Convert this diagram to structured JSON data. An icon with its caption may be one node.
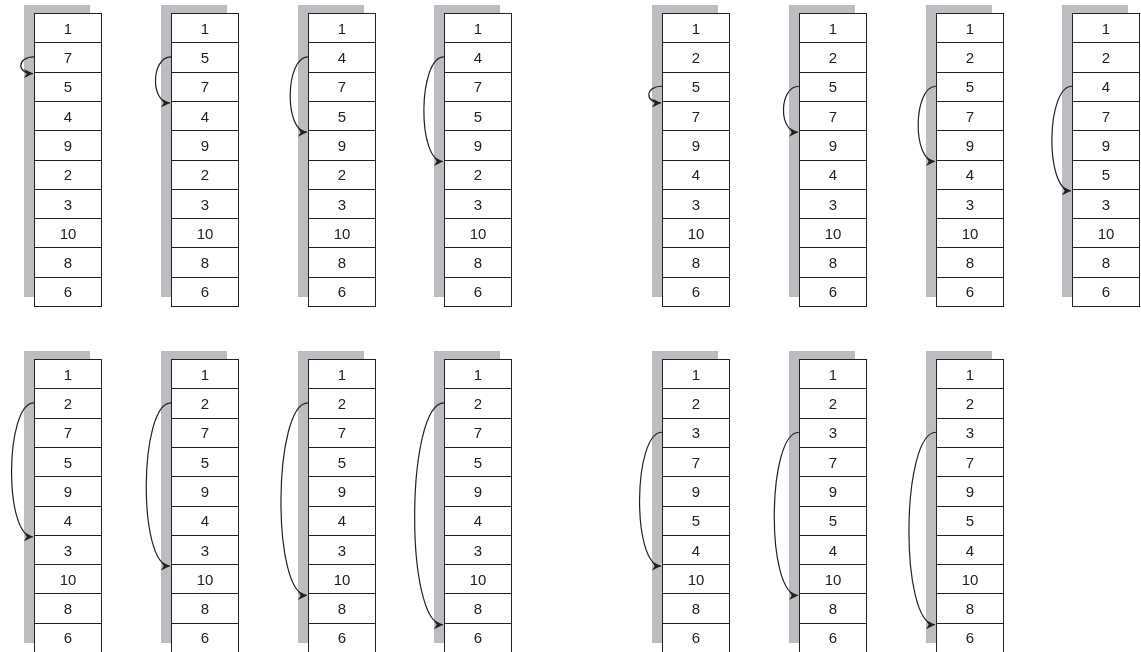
{
  "diagram": {
    "nodes": [
      {
        "text": [
          "1"
        ]
      },
      {
        "text": [
          "7"
        ]
      },
      {
        "text": [
          "5"
        ]
      },
      {
        "text": [
          "4"
        ]
      },
      {
        "text": [
          "9"
        ]
      },
      {
        "text": [
          "2"
        ]
      },
      {
        "text": [
          "3"
        ]
      },
      {
        "text": [
          "10"
        ]
      },
      {
        "text": [
          "8"
        ]
      },
      {
        "text": [
          "6"
        ]
      },
      {
        "text": [
          "1"
        ]
      },
      {
        "text": [
          "5"
        ]
      },
      {
        "text": [
          "7"
        ]
      },
      {
        "text": [
          "4"
        ]
      },
      {
        "text": [
          "9"
        ]
      },
      {
        "text": [
          "2"
        ]
      },
      {
        "text": [
          "3"
        ]
      },
      {
        "text": [
          "10"
        ]
      },
      {
        "text": [
          "8"
        ]
      },
      {
        "text": [
          "6"
        ]
      },
      {
        "text": [
          "1"
        ]
      },
      {
        "text": [
          "4"
        ]
      },
      {
        "text": [
          "7"
        ]
      },
      {
        "text": [
          "5"
        ]
      },
      {
        "text": [
          "9"
        ]
      },
      {
        "text": [
          "2"
        ]
      },
      {
        "text": [
          "3"
        ]
      },
      {
        "text": [
          "10"
        ]
      },
      {
        "text": [
          "8"
        ]
      },
      {
        "text": [
          "6"
        ]
      },
      {
        "text": [
          "1"
        ]
      },
      {
        "text": [
          "4"
        ]
      },
      {
        "text": [
          "7"
        ]
      },
      {
        "text": [
          "5"
        ]
      },
      {
        "text": [
          "9"
        ]
      },
      {
        "text": [
          "2"
        ]
      },
      {
        "text": [
          "3"
        ]
      },
      {
        "text": [
          "10"
        ]
      },
      {
        "text": [
          "8"
        ]
      },
      {
        "text": [
          "6"
        ]
      },
      {
        "text": [
          "1"
        ]
      },
      {
        "text": [
          "2"
        ]
      },
      {
        "text": [
          "5"
        ]
      },
      {
        "text": [
          "7"
        ]
      },
      {
        "text": [
          "9"
        ]
      },
      {
        "text": [
          "4"
        ]
      },
      {
        "text": [
          "3"
        ]
      },
      {
        "text": [
          "10"
        ]
      },
      {
        "text": [
          "8"
        ]
      },
      {
        "text": [
          "6"
        ]
      },
      {
        "text": [
          "1"
        ]
      },
      {
        "text": [
          "2"
        ]
      },
      {
        "text": [
          "5"
        ]
      },
      {
        "text": [
          "7"
        ]
      },
      {
        "text": [
          "9"
        ]
      },
      {
        "text": [
          "4"
        ]
      },
      {
        "text": [
          "3"
        ]
      },
      {
        "text": [
          "10"
        ]
      },
      {
        "text": [
          "8"
        ]
      },
      {
        "text": [
          "6"
        ]
      },
      {
        "text": [
          "1"
        ]
      },
      {
        "text": [
          "2"
        ]
      },
      {
        "text": [
          "5"
        ]
      },
      {
        "text": [
          "7"
        ]
      },
      {
        "text": [
          "9"
        ]
      },
      {
        "text": [
          "4"
        ]
      },
      {
        "text": [
          "3"
        ]
      },
      {
        "text": [
          "10"
        ]
      },
      {
        "text": [
          "8"
        ]
      },
      {
        "text": [
          "6"
        ]
      },
      {
        "text": [
          "1"
        ]
      },
      {
        "text": [
          "2"
        ]
      },
      {
        "text": [
          "4"
        ]
      },
      {
        "text": [
          "7"
        ]
      },
      {
        "text": [
          "9"
        ]
      },
      {
        "text": [
          "5"
        ]
      },
      {
        "text": [
          "3"
        ]
      },
      {
        "text": [
          "10"
        ]
      },
      {
        "text": [
          "8"
        ]
      },
      {
        "text": [
          "6"
        ]
      },
      {
        "text": [
          "1"
        ]
      },
      {
        "text": [
          "2"
        ]
      },
      {
        "text": [
          "7"
        ]
      },
      {
        "text": [
          "5"
        ]
      },
      {
        "text": [
          "9"
        ]
      },
      {
        "text": [
          "4"
        ]
      },
      {
        "text": [
          "3"
        ]
      },
      {
        "text": [
          "10"
        ]
      },
      {
        "text": [
          "8"
        ]
      },
      {
        "text": [
          "6"
        ]
      },
      {
        "text": [
          "1"
        ]
      },
      {
        "text": [
          "2"
        ]
      },
      {
        "text": [
          "7"
        ]
      },
      {
        "text": [
          "5"
        ]
      },
      {
        "text": [
          "9"
        ]
      },
      {
        "text": [
          "4"
        ]
      },
      {
        "text": [
          "3"
        ]
      },
      {
        "text": [
          "10"
        ]
      },
      {
        "text": [
          "8"
        ]
      },
      {
        "text": [
          "6"
        ]
      },
      {
        "text": [
          "1"
        ]
      },
      {
        "text": [
          "2"
        ]
      },
      {
        "text": [
          "7"
        ]
      },
      {
        "text": [
          "5"
        ]
      },
      {
        "text": [
          "9"
        ]
      },
      {
        "text": [
          "4"
        ]
      },
      {
        "text": [
          "3"
        ]
      },
      {
        "text": [
          "10"
        ]
      },
      {
        "text": [
          "8"
        ]
      },
      {
        "text": [
          "6"
        ]
      },
      {
        "text": [
          "1"
        ]
      },
      {
        "text": [
          "2"
        ]
      },
      {
        "text": [
          "7"
        ]
      },
      {
        "text": [
          "5"
        ]
      },
      {
        "text": [
          "9"
        ]
      },
      {
        "text": [
          "4"
        ]
      },
      {
        "text": [
          "3"
        ]
      },
      {
        "text": [
          "10"
        ]
      },
      {
        "text": [
          "8"
        ]
      },
      {
        "text": [
          "6"
        ]
      },
      {
        "text": [
          "1"
        ]
      },
      {
        "text": [
          "2"
        ]
      },
      {
        "text": [
          "3"
        ]
      },
      {
        "text": [
          "7"
        ]
      },
      {
        "text": [
          "9"
        ]
      },
      {
        "text": [
          "5"
        ]
      },
      {
        "text": [
          "4"
        ]
      },
      {
        "text": [
          "10"
        ]
      },
      {
        "text": [
          "8"
        ]
      },
      {
        "text": [
          "6"
        ]
      },
      {
        "text": [
          "1"
        ]
      },
      {
        "text": [
          "2"
        ]
      },
      {
        "text": [
          "3"
        ]
      },
      {
        "text": [
          "7"
        ]
      },
      {
        "text": [
          "9"
        ]
      },
      {
        "text": [
          "5"
        ]
      },
      {
        "text": [
          "4"
        ]
      },
      {
        "text": [
          "10"
        ]
      },
      {
        "text": [
          "8"
        ]
      },
      {
        "text": [
          "6"
        ]
      },
      {
        "text": [
          "1"
        ]
      },
      {
        "text": [
          "2"
        ]
      },
      {
        "text": [
          "3"
        ]
      },
      {
        "text": [
          "7"
        ]
      },
      {
        "text": [
          "9"
        ]
      },
      {
        "text": [
          "5"
        ]
      },
      {
        "text": [
          "4"
        ]
      },
      {
        "text": [
          "10"
        ]
      },
      {
        "text": [
          "8"
        ]
      },
      {
        "text": [
          "6"
        ]
      }
    ],
    "edges": [
      {
        "from": 1,
        "to": 2,
        "arrow": "to"
      },
      {
        "from": 11,
        "to": 13,
        "arrow": "to"
      },
      {
        "from": 21,
        "to": 24,
        "arrow": "to"
      },
      {
        "from": 31,
        "to": 35,
        "arrow": "to"
      },
      {
        "from": 42,
        "to": 43,
        "arrow": "to"
      },
      {
        "from": 52,
        "to": 54,
        "arrow": "to"
      },
      {
        "from": 62,
        "to": 65,
        "arrow": "to"
      },
      {
        "from": 72,
        "to": 76,
        "arrow": "to"
      },
      {
        "from": 81,
        "to": 86,
        "arrow": "to"
      },
      {
        "from": 91,
        "to": 97,
        "arrow": "to"
      },
      {
        "from": 101,
        "to": 108,
        "arrow": "to"
      },
      {
        "from": 111,
        "to": 119,
        "arrow": "to"
      },
      {
        "from": 122,
        "to": 127,
        "arrow": "to"
      },
      {
        "from": 132,
        "to": 138,
        "arrow": "to"
      },
      {
        "from": 142,
        "to": 149,
        "arrow": "to"
      }
    ]
  }
}
